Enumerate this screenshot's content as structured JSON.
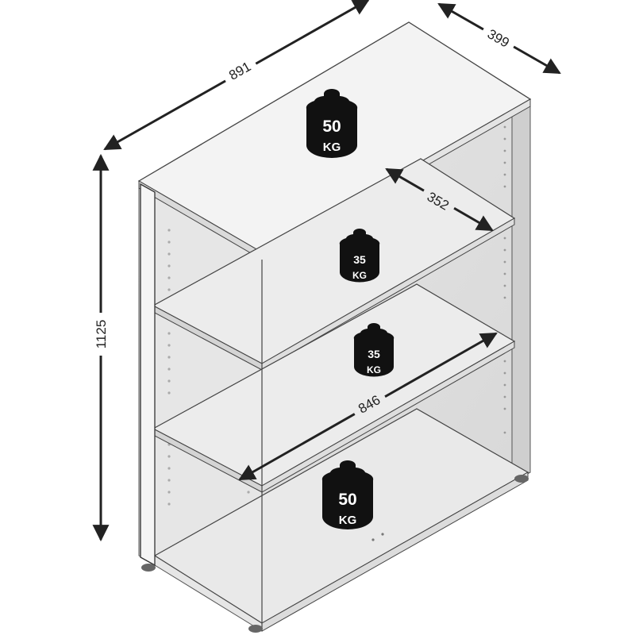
{
  "dimensions": {
    "width": "891",
    "depth": "399",
    "height": "1125",
    "inner_depth": "352",
    "inner_width": "846"
  },
  "loads": {
    "top": {
      "value": "50",
      "unit": "KG"
    },
    "shelf_upper": {
      "value": "35",
      "unit": "KG"
    },
    "shelf_lower": {
      "value": "35",
      "unit": "KG"
    },
    "bottom": {
      "value": "50",
      "unit": "KG"
    }
  },
  "colors": {
    "outline": "#333333",
    "panel_front": "#f2f2f2",
    "panel_side": "#e2e2e2",
    "panel_back": "#dedede",
    "weight_fill": "#111111"
  }
}
